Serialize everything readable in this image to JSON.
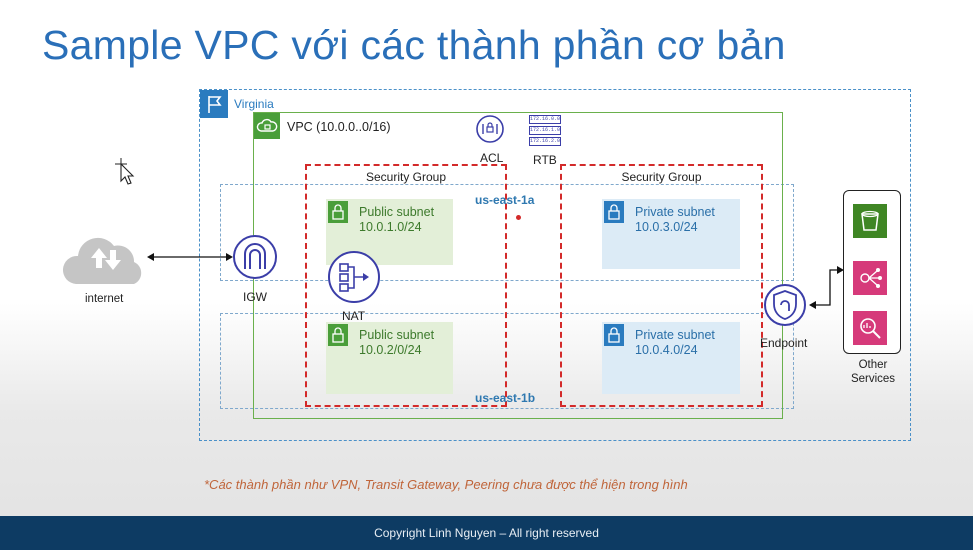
{
  "title": "Sample VPC với các thành phần cơ bản",
  "region": {
    "label": "Virginia"
  },
  "vpc": {
    "label": "VPC (10.0.0..0/16)"
  },
  "security_groups": [
    {
      "label": "Security Group"
    },
    {
      "label": "Security Group"
    }
  ],
  "availability_zones": [
    {
      "label": "us-east-1a"
    },
    {
      "label": "us-east-1b"
    }
  ],
  "subnets": [
    {
      "name": "Public subnet",
      "cidr": "10.0.1.0/24"
    },
    {
      "name": "Public subnet",
      "cidr": "10.0.2/0/24"
    },
    {
      "name": "Private subnet",
      "cidr": "10.0.3.0/24"
    },
    {
      "name": "Private subnet",
      "cidr": "10.0.4.0/24"
    }
  ],
  "components": {
    "acl": "ACL",
    "rtb": "RTB",
    "igw": "IGW",
    "nat": "NAT",
    "endpoint": "Endpoint",
    "internet": "internet",
    "other_services": "Other Services"
  },
  "rtb_icon_text": [
    "172.16.0.0",
    "172.16.1.0",
    "172.16.2.0"
  ],
  "note": "*Các thành phần như VPN, Transit Gateway, Peering chưa được thể hiện trong hình",
  "footer": "Copyright Linh Nguyen – All right reserved",
  "colors": {
    "title": "#2a6fb8",
    "vpc_border": "#6ab04c",
    "security_group_border": "#d32a2a",
    "public_subnet_bg": "#e3efd8",
    "private_subnet_bg": "#dcebf6",
    "footer_bg": "#0d3b63",
    "service_s3": "#3f8624",
    "service_pink": "#d63a7a"
  },
  "icons": [
    "region-flag-icon",
    "vpc-cloud-icon",
    "acl-icon",
    "rtb-icon",
    "igw-icon",
    "nat-icon",
    "endpoint-icon",
    "internet-cloud-icon",
    "lock-icon",
    "s3-bucket-icon",
    "sns-icon",
    "search-service-icon",
    "mouse-cursor-icon"
  ]
}
